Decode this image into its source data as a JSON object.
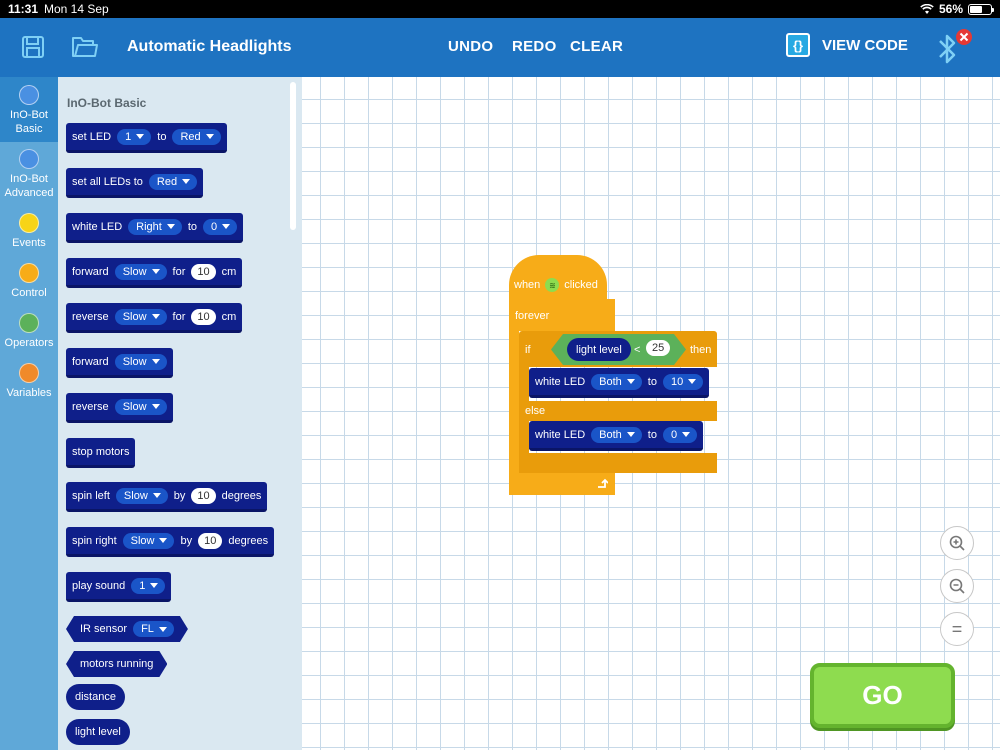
{
  "status_bar": {
    "time": "11:31",
    "date": "Mon 14 Sep",
    "battery": "56%",
    "battery_level": 0.56
  },
  "topbar": {
    "title": "Automatic Headlights",
    "undo": "UNDO",
    "redo": "REDO",
    "clear": "CLEAR",
    "view_code": "VIEW CODE",
    "view_code_icon": "{}"
  },
  "categories": [
    {
      "label": "InO-Bot Basic",
      "line1": "InO-Bot",
      "line2": "Basic",
      "color": "#4a90e2"
    },
    {
      "label": "InO-Bot Advanced",
      "line1": "InO-Bot",
      "line2": "Advanced",
      "color": "#4a90e2"
    },
    {
      "label": "Events",
      "line1": "Events",
      "line2": "",
      "color": "#f7d417"
    },
    {
      "label": "Control",
      "line1": "Control",
      "line2": "",
      "color": "#f7ac18"
    },
    {
      "label": "Operators",
      "line1": "Operators",
      "line2": "",
      "color": "#5cb15a"
    },
    {
      "label": "Variables",
      "line1": "Variables",
      "line2": "",
      "color": "#f08a2a"
    }
  ],
  "flyout": {
    "title": "InO-Bot Basic",
    "blocks": {
      "set_led": {
        "label": "set LED",
        "value1": "1",
        "to": "to",
        "value2": "Red"
      },
      "set_all_leds": {
        "label": "set all LEDs to",
        "value": "Red"
      },
      "white_led": {
        "label": "white LED",
        "side": "Right",
        "to": "to",
        "value": "0"
      },
      "forward_dist": {
        "label": "forward",
        "speed": "Slow",
        "for": "for",
        "value": "10",
        "unit": "cm"
      },
      "reverse_dist": {
        "label": "reverse",
        "speed": "Slow",
        "for": "for",
        "value": "10",
        "unit": "cm"
      },
      "forward": {
        "label": "forward",
        "speed": "Slow"
      },
      "reverse": {
        "label": "reverse",
        "speed": "Slow"
      },
      "stop_motors": {
        "label": "stop motors"
      },
      "spin_left": {
        "label": "spin left",
        "speed": "Slow",
        "by": "by",
        "value": "10",
        "unit": "degrees"
      },
      "spin_right": {
        "label": "spin right",
        "speed": "Slow",
        "by": "by",
        "value": "10",
        "unit": "degrees"
      },
      "play_sound": {
        "label": "play sound",
        "value": "1"
      },
      "ir_sensor": {
        "label": "IR sensor",
        "value": "FL"
      },
      "motors_running": {
        "label": "motors running"
      },
      "distance": {
        "label": "distance"
      },
      "light_level": {
        "label": "light level"
      }
    }
  },
  "program": {
    "when_label": "when",
    "clicked_label": "clicked",
    "forever_label": "forever",
    "if_label": "if",
    "then_label": "then",
    "else_label": "else",
    "condition": {
      "sensor": "light level",
      "op": "<",
      "value": "25"
    },
    "then_block": {
      "label": "white LED",
      "side": "Both",
      "to": "to",
      "value": "10"
    },
    "else_block": {
      "label": "white LED",
      "side": "Both",
      "to": "to",
      "value": "0"
    }
  },
  "zoom": {
    "reset_label": "="
  },
  "go_button": "GO",
  "colors": {
    "topbar": "#1e73c1",
    "sidebar": "#5fa8d8",
    "block_blue": "#0f1f8a",
    "control_orange": "#f7ac18",
    "operator_green": "#5cb15a",
    "go_green": "#8edc4f"
  }
}
